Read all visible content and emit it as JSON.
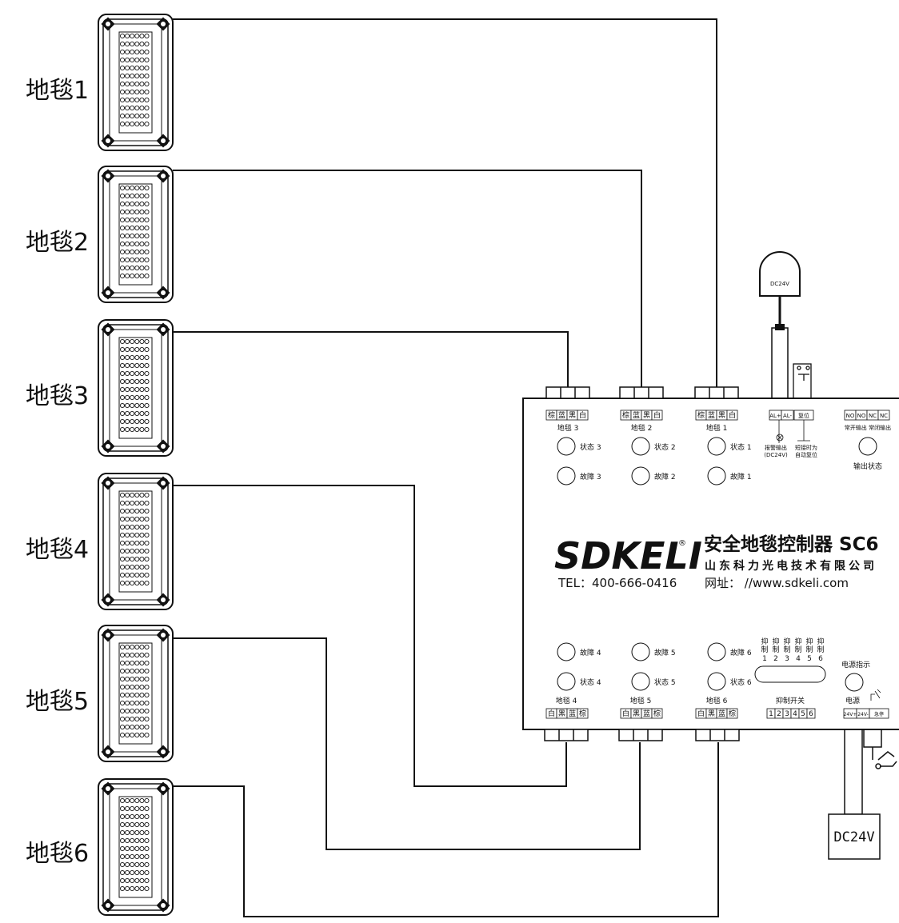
{
  "mats": [
    {
      "label": "地毯1"
    },
    {
      "label": "地毯2"
    },
    {
      "label": "地毯3"
    },
    {
      "label": "地毯4"
    },
    {
      "label": "地毯5"
    },
    {
      "label": "地毯6"
    }
  ],
  "controller": {
    "brand": "SDKELI",
    "registered_mark": "®",
    "title": "安全地毯控制器 SC6",
    "company": "山东科力光电技术有限公司",
    "tel": "TEL：400-666-0416",
    "website": "网址： //www.sdkeli.com",
    "top_ports": [
      {
        "terminals": [
          "棕",
          "蓝",
          "黑",
          "白"
        ],
        "name": "地毯 3",
        "status": "状态 3",
        "fault": "故障 3"
      },
      {
        "terminals": [
          "棕",
          "蓝",
          "黑",
          "白"
        ],
        "name": "地毯 2",
        "status": "状态 2",
        "fault": "故障 2"
      },
      {
        "terminals": [
          "棕",
          "蓝",
          "黑",
          "白"
        ],
        "name": "地毯 1",
        "status": "状态 1",
        "fault": "故障 1"
      }
    ],
    "bottom_ports": [
      {
        "terminals": [
          "白",
          "黑",
          "蓝",
          "棕"
        ],
        "name": "地毯 4",
        "status": "状态 4",
        "fault": "故障 4"
      },
      {
        "terminals": [
          "白",
          "黑",
          "蓝",
          "棕"
        ],
        "name": "地毯 5",
        "status": "状态 5",
        "fault": "故障 5"
      },
      {
        "terminals": [
          "白",
          "黑",
          "蓝",
          "棕"
        ],
        "name": "地毯 6",
        "status": "状态 6",
        "fault": "故障 6"
      }
    ],
    "alarm_terminals": [
      "AL+",
      "AL-"
    ],
    "reset_terminal": "复位",
    "alarm_output_label": [
      "报警输出",
      "(DC24V)"
    ],
    "reset_note": [
      "短接时为",
      "自动复位"
    ],
    "output_terminals": [
      "NO",
      "NO",
      "NC",
      "NC"
    ],
    "output_label": "常开输出 常闭输出",
    "output_status": "输出状态",
    "inhibit_word": [
      "抑",
      "制"
    ],
    "inhibit_numbers": [
      "1",
      "2",
      "3",
      "4",
      "5",
      "6"
    ],
    "inhibit_switch_label": "抑制开关",
    "inhibit_terminals": [
      "1",
      "2",
      "3",
      "4",
      "5",
      "6"
    ],
    "power_indicator": "电源指示",
    "power_label": "电源",
    "power_terminals": [
      "24V+",
      "24V-",
      "急停"
    ]
  },
  "lamp_label": "DC24V",
  "power_supply_label": "DC24V"
}
